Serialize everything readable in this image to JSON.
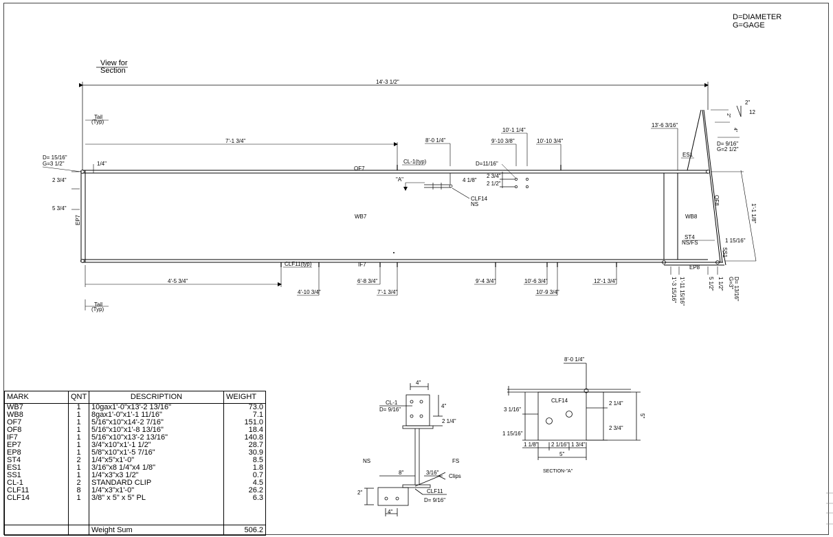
{
  "legend": {
    "line1": "D=DIAMETER",
    "line2": "G=GAGE"
  },
  "view_note": {
    "line1": "View for",
    "line2": "Section"
  },
  "elevation": {
    "overall": "14'-3 1/2\"",
    "tail_top": {
      "line1": "Tail",
      "line2": "(Typ)"
    },
    "tail_bottom": {
      "line1": "Tail",
      "line2": "(Typ)"
    },
    "dim_7_1_3_4": "7'-1 3/4\"",
    "dim_8_0_1_4": "8'-0 1/4\"",
    "dim_10_1_1_4": "10'-1 1/4\"",
    "dim_9_10_3_8": "9'-10 3/8\"",
    "dim_10_10_3_4": "10'-10 3/4\"",
    "dim_13_6_3_16": "13'-6 3/16\"",
    "hole_left": {
      "line1": "D= 15/16\"",
      "line2": "G=3 1/2\""
    },
    "dim_1_4": "1/4\"",
    "dim_2_3_4_left": "2 3/4\"",
    "dim_5_3_4": "5 3/4\"",
    "cl1_typ": "CL-1(typ)",
    "of7": "OF7",
    "section_a": "\"A\"",
    "d_11_16": "D=11/16\"",
    "dim_2_3_4_mid": "2 3/4\"",
    "dim_2_1_2": "2 1/2\"",
    "dim_4_1_8": "4 1/8\"",
    "clf14": {
      "line1": "CLF14",
      "line2": "NS"
    },
    "wb7": "WB7",
    "ep7": "EP7",
    "wb8": "WB8",
    "es1": "ES1",
    "of8": "OF8",
    "st4": {
      "line1": "ST4",
      "line2": "NS/FS"
    },
    "ss1": "SS1",
    "ep8": "EP8",
    "dim_1_1_1_8": "1'-1 1/8\"",
    "dim_1_15_16": "1 15/16\"",
    "slope_2": "2\"",
    "slope_12": "12",
    "dim_2_small": "2\"",
    "dim_4_small": "4\"",
    "hole_right": {
      "line1": "D= 9/16\"",
      "line2": "G=2 1/2\""
    },
    "clf11_typ": "CLF11(typ)",
    "if7": "IF7",
    "dim_4_5_3_4": "4'-5 3/4\"",
    "dim_4_10_3_4": "4'-10 3/4\"",
    "dim_6_8_3_4": "6'-8 3/4\"",
    "dim_7_1_3_4_b": "7'-1 3/4\"",
    "dim_9_4_3_4": "9'-4 3/4\"",
    "dim_10_6_3_4": "10'-6 3/4\"",
    "dim_10_9_3_4": "10'-9 3/4\"",
    "dim_12_1_3_4": "12'-1 3/4\"",
    "dim_1_3_15_16": "1'-3 15/16\"",
    "dim_1_11_15_16": "1'-11 15/16\"",
    "dim_5_1_2": "5 1/2\"",
    "dim_1_1_2": "1 1/2\"",
    "hole_bottom": {
      "line1": "D= 13/16\"",
      "line2": "G=3\""
    }
  },
  "clip_detail": {
    "dim_4_top": "4\"",
    "dim_4_side": "4\"",
    "dim_2_1_4": "2 1/4\"",
    "cl1": "CL-1",
    "d_9_16": "D= 9/16\"",
    "ns": "NS",
    "fs": "FS",
    "dim_8": "8\"",
    "dim_3_16": "3/16\"",
    "clips": "Clips",
    "clf11": "CLF11",
    "d_9_16_b": "D= 9/16\"",
    "dim_2": "2\"",
    "dim_4_bottom": "4\""
  },
  "section_detail": {
    "dim_8_0_1_4": "8'-0 1/4\"",
    "clf14": "CLF14",
    "dim_3_1_16": "3 1/16\"",
    "dim_1_15_16": "1 15/16\"",
    "dim_2_1_4": "2 1/4\"",
    "dim_2_3_4": "2 3/4\"",
    "dim_5_vert": "5\"",
    "dim_1_1_8": "1 1/8\"",
    "dim_2_1_16": "2 1/16\"",
    "dim_1_3_4": "1 3/4\"",
    "dim_5": "5\"",
    "caption": "SECTION-\"A\""
  },
  "bom": {
    "headers": {
      "mark": "MARK",
      "qnt": "QNT",
      "description": "DESCRIPTION",
      "weight": "WEIGHT"
    },
    "rows": [
      {
        "mark": "WB7",
        "qnt": "1",
        "description": "10gax1'-0\"x13'-2 13/16\"",
        "weight": "73.0"
      },
      {
        "mark": "WB8",
        "qnt": "1",
        "description": "8gax1'-0\"x1'-1 11/16\"",
        "weight": "7.1"
      },
      {
        "mark": "OF7",
        "qnt": "1",
        "description": "5/16\"x10\"x14'-2 7/16\"",
        "weight": "151.0"
      },
      {
        "mark": "OF8",
        "qnt": "1",
        "description": "5/16\"x10\"x1'-8 13/16\"",
        "weight": "18.4"
      },
      {
        "mark": "IF7",
        "qnt": "1",
        "description": "5/16\"x10\"x13'-2 13/16\"",
        "weight": "140.8"
      },
      {
        "mark": "EP7",
        "qnt": "1",
        "description": "3/4\"x10\"x1'-1 1/2\"",
        "weight": "28.7"
      },
      {
        "mark": "EP8",
        "qnt": "1",
        "description": "5/8\"x10\"x1'-5 7/16\"",
        "weight": "30.9"
      },
      {
        "mark": "ST4",
        "qnt": "2",
        "description": "1/4\"x5\"x1'-0\"",
        "weight": "8.5"
      },
      {
        "mark": "ES1",
        "qnt": "1",
        "description": "3/16\"x8 1/4\"x4 1/8\"",
        "weight": "1.8"
      },
      {
        "mark": "SS1",
        "qnt": "1",
        "description": "1/4\"x3\"x3 1/2\"",
        "weight": "0.7"
      },
      {
        "mark": "CL-1",
        "qnt": "2",
        "description": "STANDARD CLIP",
        "weight": "4.5"
      },
      {
        "mark": "CLF11",
        "qnt": "8",
        "description": "1/4\"x3\"x1'-0\"",
        "weight": "26.2"
      },
      {
        "mark": "CLF14",
        "qnt": "1",
        "description": "3/8\" x 5\" x 5\" PL",
        "weight": "6.3"
      }
    ],
    "sum_label": "Weight Sum",
    "sum_value": "506.2"
  }
}
